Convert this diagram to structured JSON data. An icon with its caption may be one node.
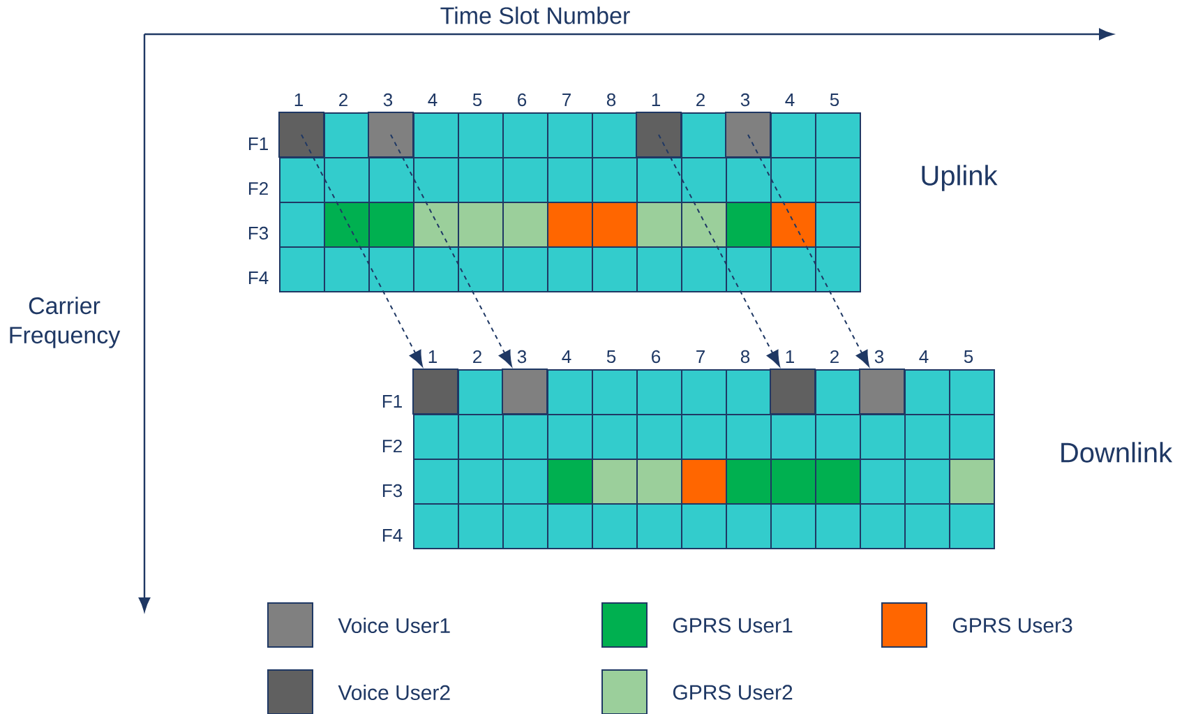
{
  "diagram": {
    "nodes": [
      {
        "text": [],
        "shape": "box"
      },
      {
        "text": [],
        "shape": "box"
      },
      {
        "text": [],
        "shape": "box"
      },
      {
        "text": [],
        "shape": "box"
      },
      {
        "text": [],
        "shape": "box"
      },
      {
        "text": [],
        "shape": "box"
      },
      {
        "text": [],
        "shape": "box"
      },
      {
        "text": [],
        "shape": "box"
      }
    ],
    "edges": [
      {
        "from": 0,
        "to": 4,
        "arrow": "to",
        "style": "dashed"
      },
      {
        "from": 1,
        "to": 5,
        "arrow": "to",
        "style": "dashed"
      },
      {
        "from": 2,
        "to": 6,
        "arrow": "to",
        "style": "dashed"
      },
      {
        "from": 3,
        "to": 7,
        "arrow": "to",
        "style": "dashed"
      }
    ],
    "labels": [
      "Time Slot Number",
      "1",
      "2",
      "3",
      "4",
      "5",
      "6",
      "7",
      "8",
      "1",
      "2",
      "3",
      "4",
      "5",
      "F1",
      "F2",
      "F3",
      "F4",
      "Uplink",
      "Carrier Frequency",
      "1",
      "2",
      "3",
      "4",
      "5",
      "6",
      "7",
      "8",
      "1",
      "2",
      "3",
      "4",
      "5",
      "F1",
      "F2",
      "F3",
      "F4",
      "Downlink"
    ],
    "legend": [
      {
        "text": "Voice User1",
        "color": "#808080"
      },
      {
        "text": "GPRS User1",
        "color": "#00b050"
      },
      {
        "text": "GPRS User3",
        "color": "#ff6600"
      },
      {
        "text": "Voice User2",
        "color": "#606060"
      },
      {
        "text": "GPRS User2",
        "color": "#9bcf9b"
      }
    ]
  }
}
